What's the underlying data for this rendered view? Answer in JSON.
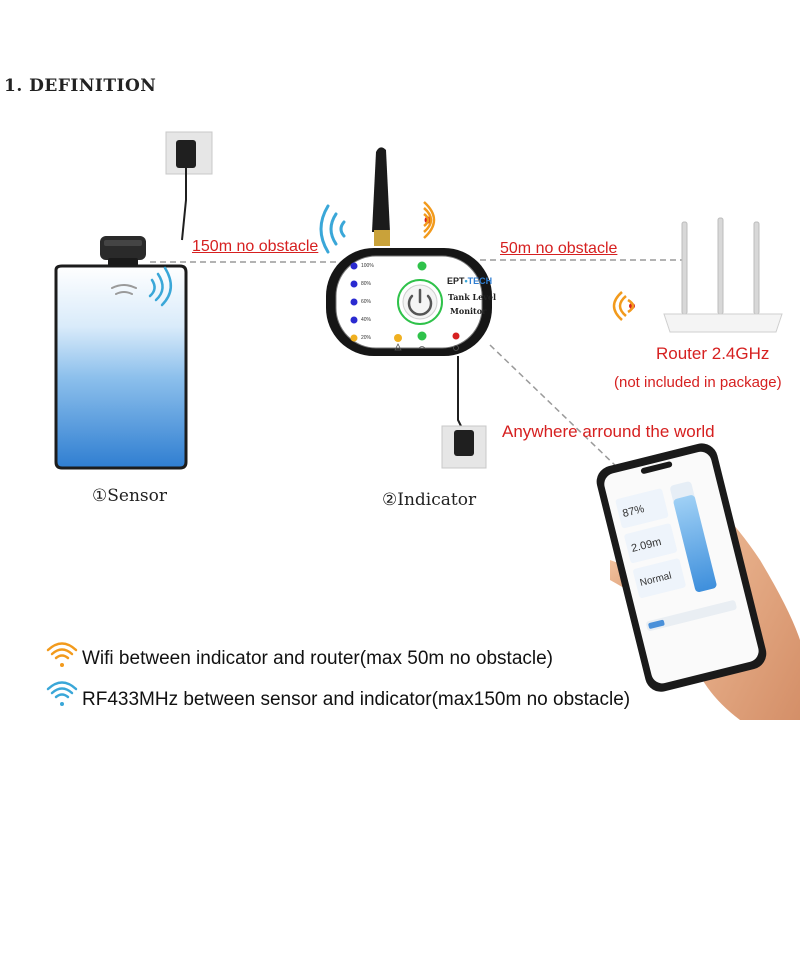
{
  "heading": "1. DEFINITION",
  "links": {
    "sensor_range": "150m no obstacle",
    "router_range": "50m no obstacle",
    "anywhere": "Anywhere arround the world"
  },
  "sensor": {
    "caption": "①Sensor"
  },
  "indicator": {
    "caption": "②Indicator",
    "brand_left": "EPT",
    "brand_right": "TECH",
    "name_line1": "Tank Level",
    "name_line2": "Monitor",
    "levels": [
      "100%",
      "80%",
      "60%",
      "40%",
      "20%"
    ]
  },
  "router": {
    "label": "Router 2.4GHz",
    "note": "(not included in package)"
  },
  "phone": {
    "percent": "87%",
    "distance": "2.09m",
    "status": "Normal"
  },
  "legend": {
    "wifi": "Wifi between indicator and router(max 50m no obstacle)",
    "rf": "RF433MHz between sensor and indicator(max150m no obstacle)"
  },
  "colors": {
    "label_red": "#d62020",
    "wifi_orange": "#f29a1c",
    "rf_blue": "#3aa7d8",
    "led_green": "#2fc24a",
    "led_blue": "#2a2ad0"
  }
}
